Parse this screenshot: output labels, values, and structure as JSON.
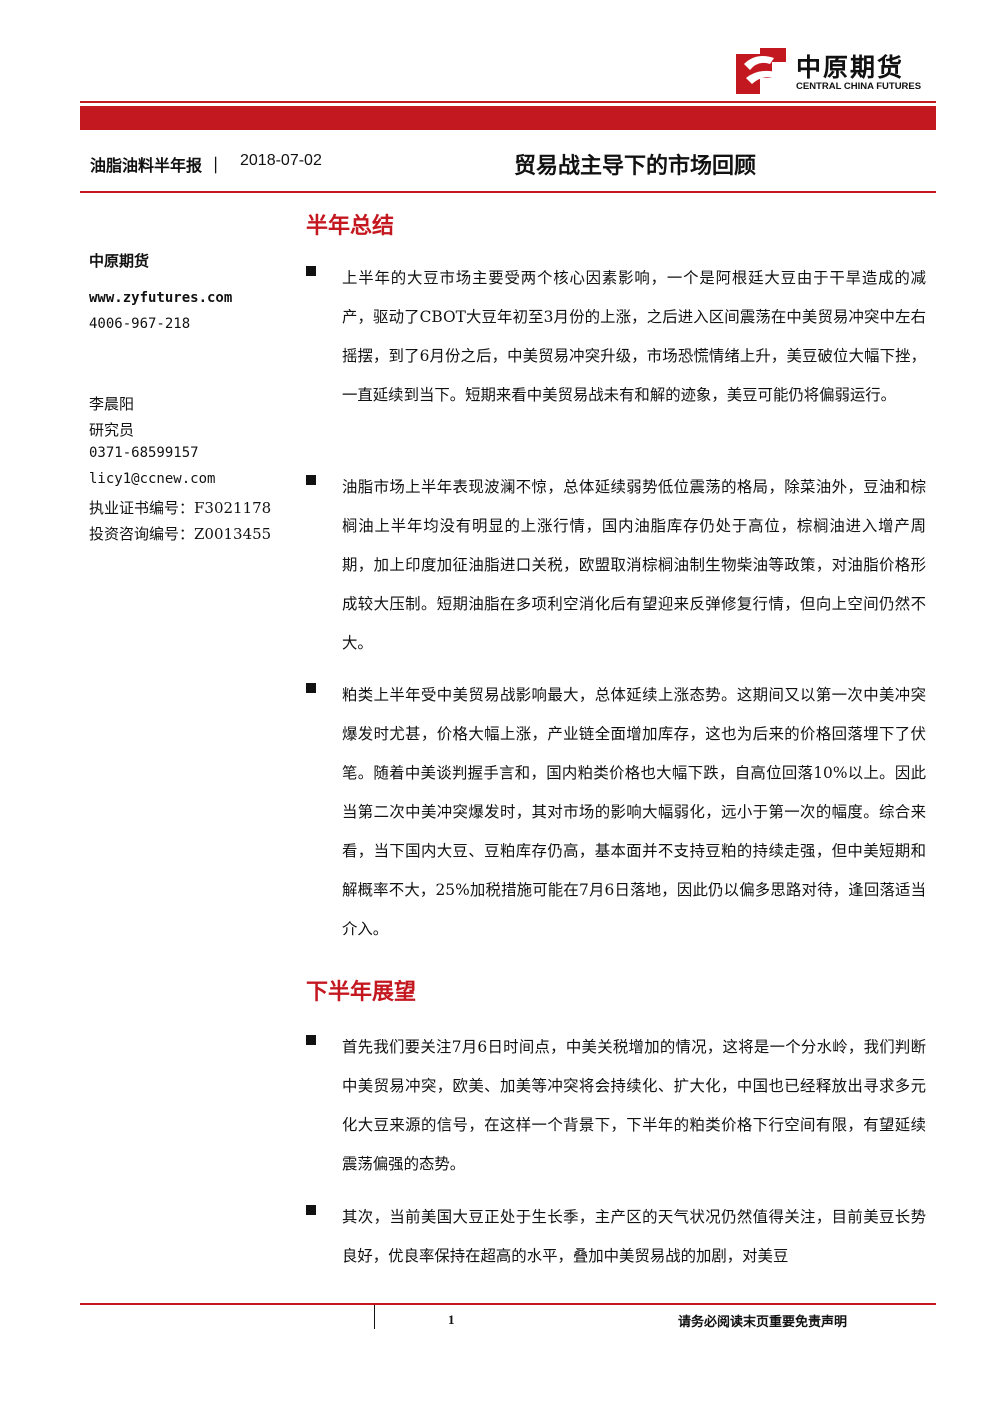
{
  "brand": {
    "logo_cn": "中原期货",
    "logo_en": "CENTRAL CHINA FUTURES",
    "accent_color": "#c41820"
  },
  "header": {
    "report_type": "油脂油料半年报 ｜",
    "report_date": "2018-07-02",
    "title": "贸易战主导下的市场回顾"
  },
  "sidebar": {
    "company": "中原期货",
    "website": "www.zyfutures.com",
    "hotline": "4006-967-218",
    "analyst_name": "李晨阳",
    "analyst_role": "研究员",
    "analyst_tel": "0371-68599157",
    "analyst_email": "licy1@ccnew.com",
    "cert_no": "执业证书编号：F3021178",
    "consult_no": "投资咨询编号：Z0013455"
  },
  "sections": {
    "summary": {
      "heading": "半年总结",
      "paragraphs": [
        "上半年的大豆市场主要受两个核心因素影响，一个是阿根廷大豆由于干旱造成的减产，驱动了CBOT大豆年初至3月份的上涨，之后进入区间震荡在中美贸易冲突中左右摇摆，到了6月份之后，中美贸易冲突升级，市场恐慌情绪上升，美豆破位大幅下挫，一直延续到当下。短期来看中美贸易战未有和解的迹象，美豆可能仍将偏弱运行。",
        "油脂市场上半年表现波澜不惊，总体延续弱势低位震荡的格局，除菜油外，豆油和棕榈油上半年均没有明显的上涨行情，国内油脂库存仍处于高位，棕榈油进入增产周期，加上印度加征油脂进口关税，欧盟取消棕榈油制生物柴油等政策，对油脂价格形成较大压制。短期油脂在多项利空消化后有望迎来反弹修复行情，但向上空间仍然不大。",
        "粕类上半年受中美贸易战影响最大，总体延续上涨态势。这期间又以第一次中美冲突爆发时尤甚，价格大幅上涨，产业链全面增加库存，这也为后来的价格回落埋下了伏笔。随着中美谈判握手言和，国内粕类价格也大幅下跌，自高位回落10%以上。因此当第二次中美冲突爆发时，其对市场的影响大幅弱化，远小于第一次的幅度。综合来看，当下国内大豆、豆粕库存仍高，基本面并不支持豆粕的持续走强，但中美短期和解概率不大，25%加税措施可能在7月6日落地，因此仍以偏多思路对待，逢回落适当介入。"
      ]
    },
    "outlook": {
      "heading": "下半年展望",
      "paragraphs": [
        "首先我们要关注7月6日时间点，中美关税增加的情况，这将是一个分水岭，我们判断中美贸易冲突，欧美、加美等冲突将会持续化、扩大化，中国也已经释放出寻求多元化大豆来源的信号，在这样一个背景下，下半年的粕类价格下行空间有限，有望延续震荡偏强的态势。",
        "其次，当前美国大豆正处于生长季，主产区的天气状况仍然值得关注，目前美豆长势良好，优良率保持在超高的水平，叠加中美贸易战的加剧，对美豆"
      ]
    }
  },
  "footer": {
    "page_number": "1",
    "disclaimer": "请务必阅读末页重要免责声明"
  }
}
